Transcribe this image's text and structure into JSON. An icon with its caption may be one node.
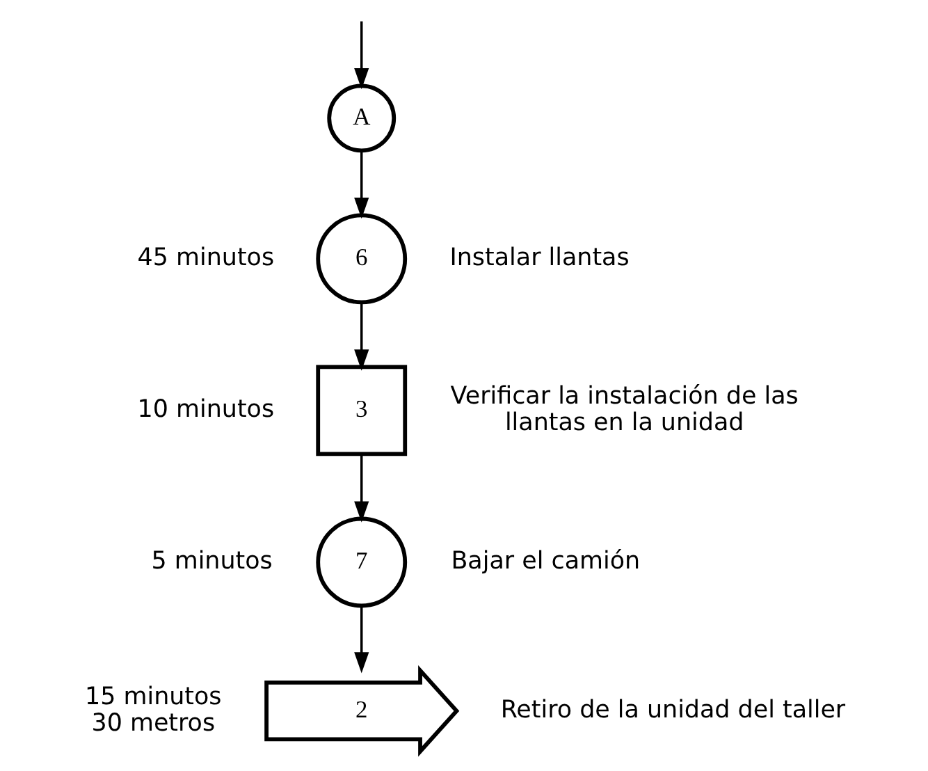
{
  "diagram": {
    "nodes": [
      {
        "text": [
          "A"
        ]
      },
      {
        "text": [
          "6"
        ],
        "beside": [
          "45 minutos",
          "Instalar llantas"
        ]
      },
      {
        "text": [
          "3"
        ],
        "beside": [
          "10 minutos",
          "Verificar la instalación de las llantas en la unidad"
        ]
      },
      {
        "text": [
          "7"
        ],
        "beside": [
          "5 minutos",
          "Bajar el camión"
        ]
      },
      {
        "text": [
          "2"
        ],
        "beside": [
          "15 minutos",
          "30 metros",
          "Retiro de la unidad del taller"
        ]
      }
    ],
    "edges": [
      {
        "from": null,
        "to": 0,
        "arrow": "to"
      },
      {
        "from": 0,
        "to": 1,
        "arrow": "to"
      },
      {
        "from": 1,
        "to": 2,
        "arrow": "to"
      },
      {
        "from": 2,
        "to": 3,
        "arrow": "to"
      },
      {
        "from": 3,
        "to": 4,
        "arrow": "to"
      }
    ]
  }
}
